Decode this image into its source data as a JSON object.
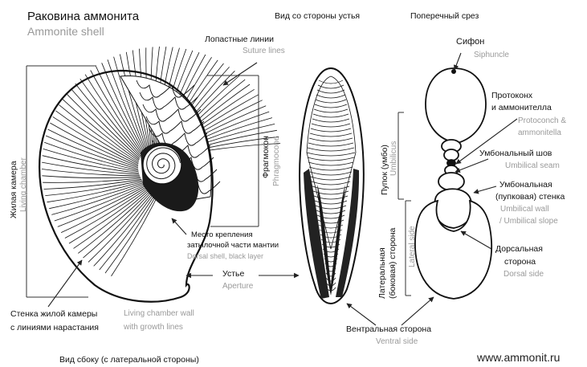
{
  "title": {
    "ru": "Раковина аммонита",
    "en": "Ammonite shell"
  },
  "views": {
    "aperture_view": "Вид со стороны устья",
    "cross_section": "Поперечный срез",
    "lateral_view": "Вид сбоку (с латеральной стороны)"
  },
  "website": "www.ammonit.ru",
  "labels": {
    "suture": {
      "ru": "Лопастные линии",
      "en": "Suture lines"
    },
    "living_chamber": {
      "ru": "Жилая камера",
      "en": "Living chamber"
    },
    "phragmocone": {
      "ru": "Фрагмокон",
      "en": "Phragmocone"
    },
    "dorsal_shell": {
      "ru1": "Место крепления",
      "ru2": "затылочной части мантии",
      "en": "Dorsal shell, black layer"
    },
    "aperture": {
      "ru": "Устье",
      "en": "Aperture"
    },
    "chamber_wall": {
      "ru1": "Стенка жилой камеры",
      "ru2": "с линиями нарастания",
      "en1": "Living chamber wall",
      "en2": "with growth lines"
    },
    "umbilicus": {
      "ru": "Пупок (умбо)",
      "en": "Umbilicus"
    },
    "lateral_side": {
      "ru1": "Латеральная",
      "ru2": "(боковая) сторона",
      "en": "Lateral side"
    },
    "siphon": {
      "ru": "Сифон",
      "en": "Siphuncle"
    },
    "protoconch": {
      "ru1": "Протоконх",
      "ru2": "и аммонителла",
      "en1": "Protoconch &",
      "en2": "ammonitella"
    },
    "umbilical_seam": {
      "ru": "Умбональный шов",
      "en": "Umbilical seam"
    },
    "umbilical_wall": {
      "ru1": "Умбональная",
      "ru2": "(пупковая) стенка",
      "en1": "Umbilical wall",
      "en2": "/ Umbilical slope"
    },
    "dorsal_side": {
      "ru1": "Дорсальная",
      "ru2": "сторона",
      "en": "Dorsal side"
    },
    "ventral_side": {
      "ru": "Вентральная сторона",
      "en": "Ventral side"
    }
  }
}
